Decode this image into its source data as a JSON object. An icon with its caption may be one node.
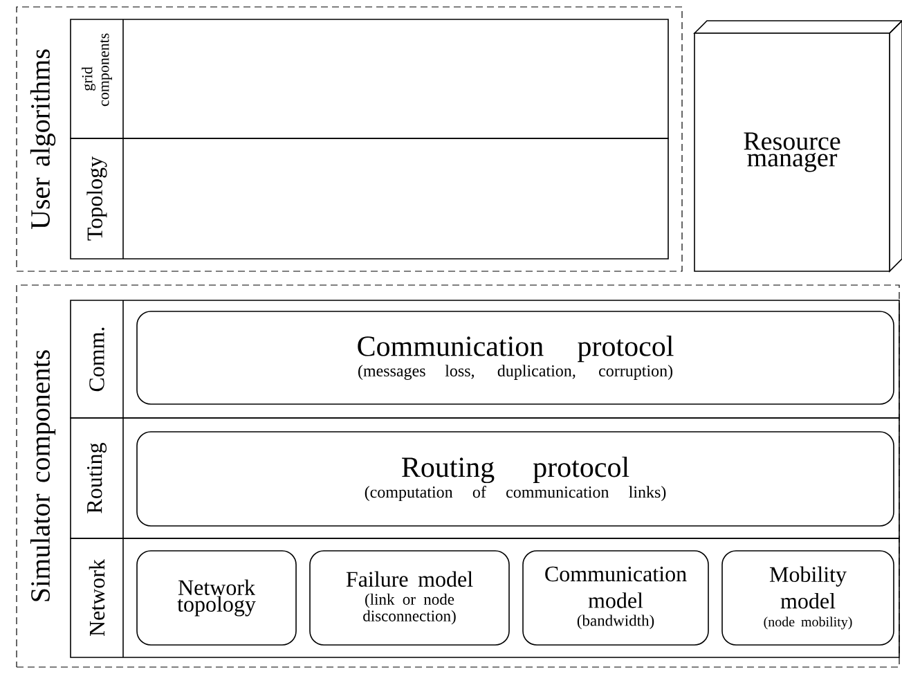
{
  "diagram": {
    "nodes": [
      {
        "text": [
          "User algorithms"
        ]
      },
      {
        "text": [
          "grid components"
        ],
        "in": 0
      },
      {
        "text": [
          "Topology"
        ],
        "in": 0
      },
      {
        "text": [
          "Resource manager"
        ]
      },
      {
        "text": [
          "Simulator components"
        ]
      },
      {
        "text": [
          "Comm."
        ],
        "in": 4
      },
      {
        "text": [
          "Communication protocol",
          "(messages loss, duplication, corruption)"
        ],
        "in": 5
      },
      {
        "text": [
          "Routing"
        ],
        "in": 4
      },
      {
        "text": [
          "Routing protocol",
          "(computation of communication links)"
        ],
        "in": 7
      },
      {
        "text": [
          "Network"
        ],
        "in": 4
      },
      {
        "text": [
          "Network topology"
        ],
        "in": 9
      },
      {
        "text": [
          "Failure model",
          "(link or node disconnection)"
        ],
        "in": 9
      },
      {
        "text": [
          "Communication model",
          "(bandwidth)"
        ],
        "in": 9
      },
      {
        "text": [
          "Mobility model",
          "(node mobility)"
        ],
        "in": 9
      }
    ],
    "edges": []
  }
}
